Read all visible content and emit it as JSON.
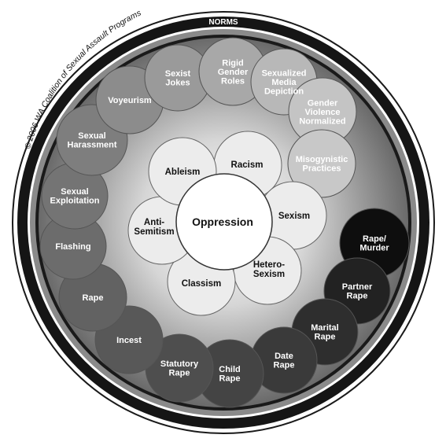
{
  "header": {
    "norms_label": "NORMS"
  },
  "copyright": "© 2006 WA Coalition of Sexual Assault Programs",
  "center": {
    "label": "Oppression"
  },
  "inner_petals": [
    {
      "lines": [
        "Racism"
      ]
    },
    {
      "lines": [
        "Sexism"
      ]
    },
    {
      "lines": [
        "Hetero-",
        "Sexism"
      ]
    },
    {
      "lines": [
        "Classism"
      ]
    },
    {
      "lines": [
        "Anti-",
        "Semitism"
      ]
    },
    {
      "lines": [
        "Ableism"
      ]
    }
  ],
  "spiral": [
    {
      "lines": [
        "Misogynistic",
        "Practices"
      ],
      "fill": "#c8c8c8",
      "text": "#ffffff"
    },
    {
      "lines": [
        "Gender",
        "Violence",
        "Normalized"
      ],
      "fill": "#c4c4c4",
      "text": "#ffffff"
    },
    {
      "lines": [
        "Sexualized",
        "Media",
        "Depiction"
      ],
      "fill": "#b8b8b8",
      "text": "#ffffff"
    },
    {
      "lines": [
        "Rigid",
        "Gender",
        "Roles"
      ],
      "fill": "#a8a8a8",
      "text": "#ffffff"
    },
    {
      "lines": [
        "Sexist",
        "Jokes"
      ],
      "fill": "#9a9a9a",
      "text": "#ffffff"
    },
    {
      "lines": [
        "Voyeurism"
      ],
      "fill": "#8c8c8c",
      "text": "#ffffff"
    },
    {
      "lines": [
        "Sexual",
        "Harassment"
      ],
      "fill": "#7e7e7e",
      "text": "#ffffff"
    },
    {
      "lines": [
        "Sexual",
        "Exploitation"
      ],
      "fill": "#747474",
      "text": "#ffffff"
    },
    {
      "lines": [
        "Flashing"
      ],
      "fill": "#6c6c6c",
      "text": "#ffffff"
    },
    {
      "lines": [
        "Rape"
      ],
      "fill": "#626262",
      "text": "#ffffff"
    },
    {
      "lines": [
        "Incest"
      ],
      "fill": "#585858",
      "text": "#ffffff"
    },
    {
      "lines": [
        "Statutory",
        "Rape"
      ],
      "fill": "#4e4e4e",
      "text": "#ffffff"
    },
    {
      "lines": [
        "Child",
        "Rape"
      ],
      "fill": "#444444",
      "text": "#ffffff"
    },
    {
      "lines": [
        "Date",
        "Rape"
      ],
      "fill": "#3a3a3a",
      "text": "#ffffff"
    },
    {
      "lines": [
        "Marital",
        "Rape"
      ],
      "fill": "#2e2e2e",
      "text": "#ffffff"
    },
    {
      "lines": [
        "Partner",
        "Rape"
      ],
      "fill": "#222222",
      "text": "#ffffff"
    },
    {
      "lines": [
        "Rape/",
        "Murder"
      ],
      "fill": "#0e0e0e",
      "text": "#ffffff"
    }
  ],
  "colors": {
    "outer_ring": "#151515",
    "ring_band": "#8a8a8a",
    "inner_petal_fill": "#ececec",
    "center_fill": "#ffffff",
    "text_dark": "#111111"
  }
}
